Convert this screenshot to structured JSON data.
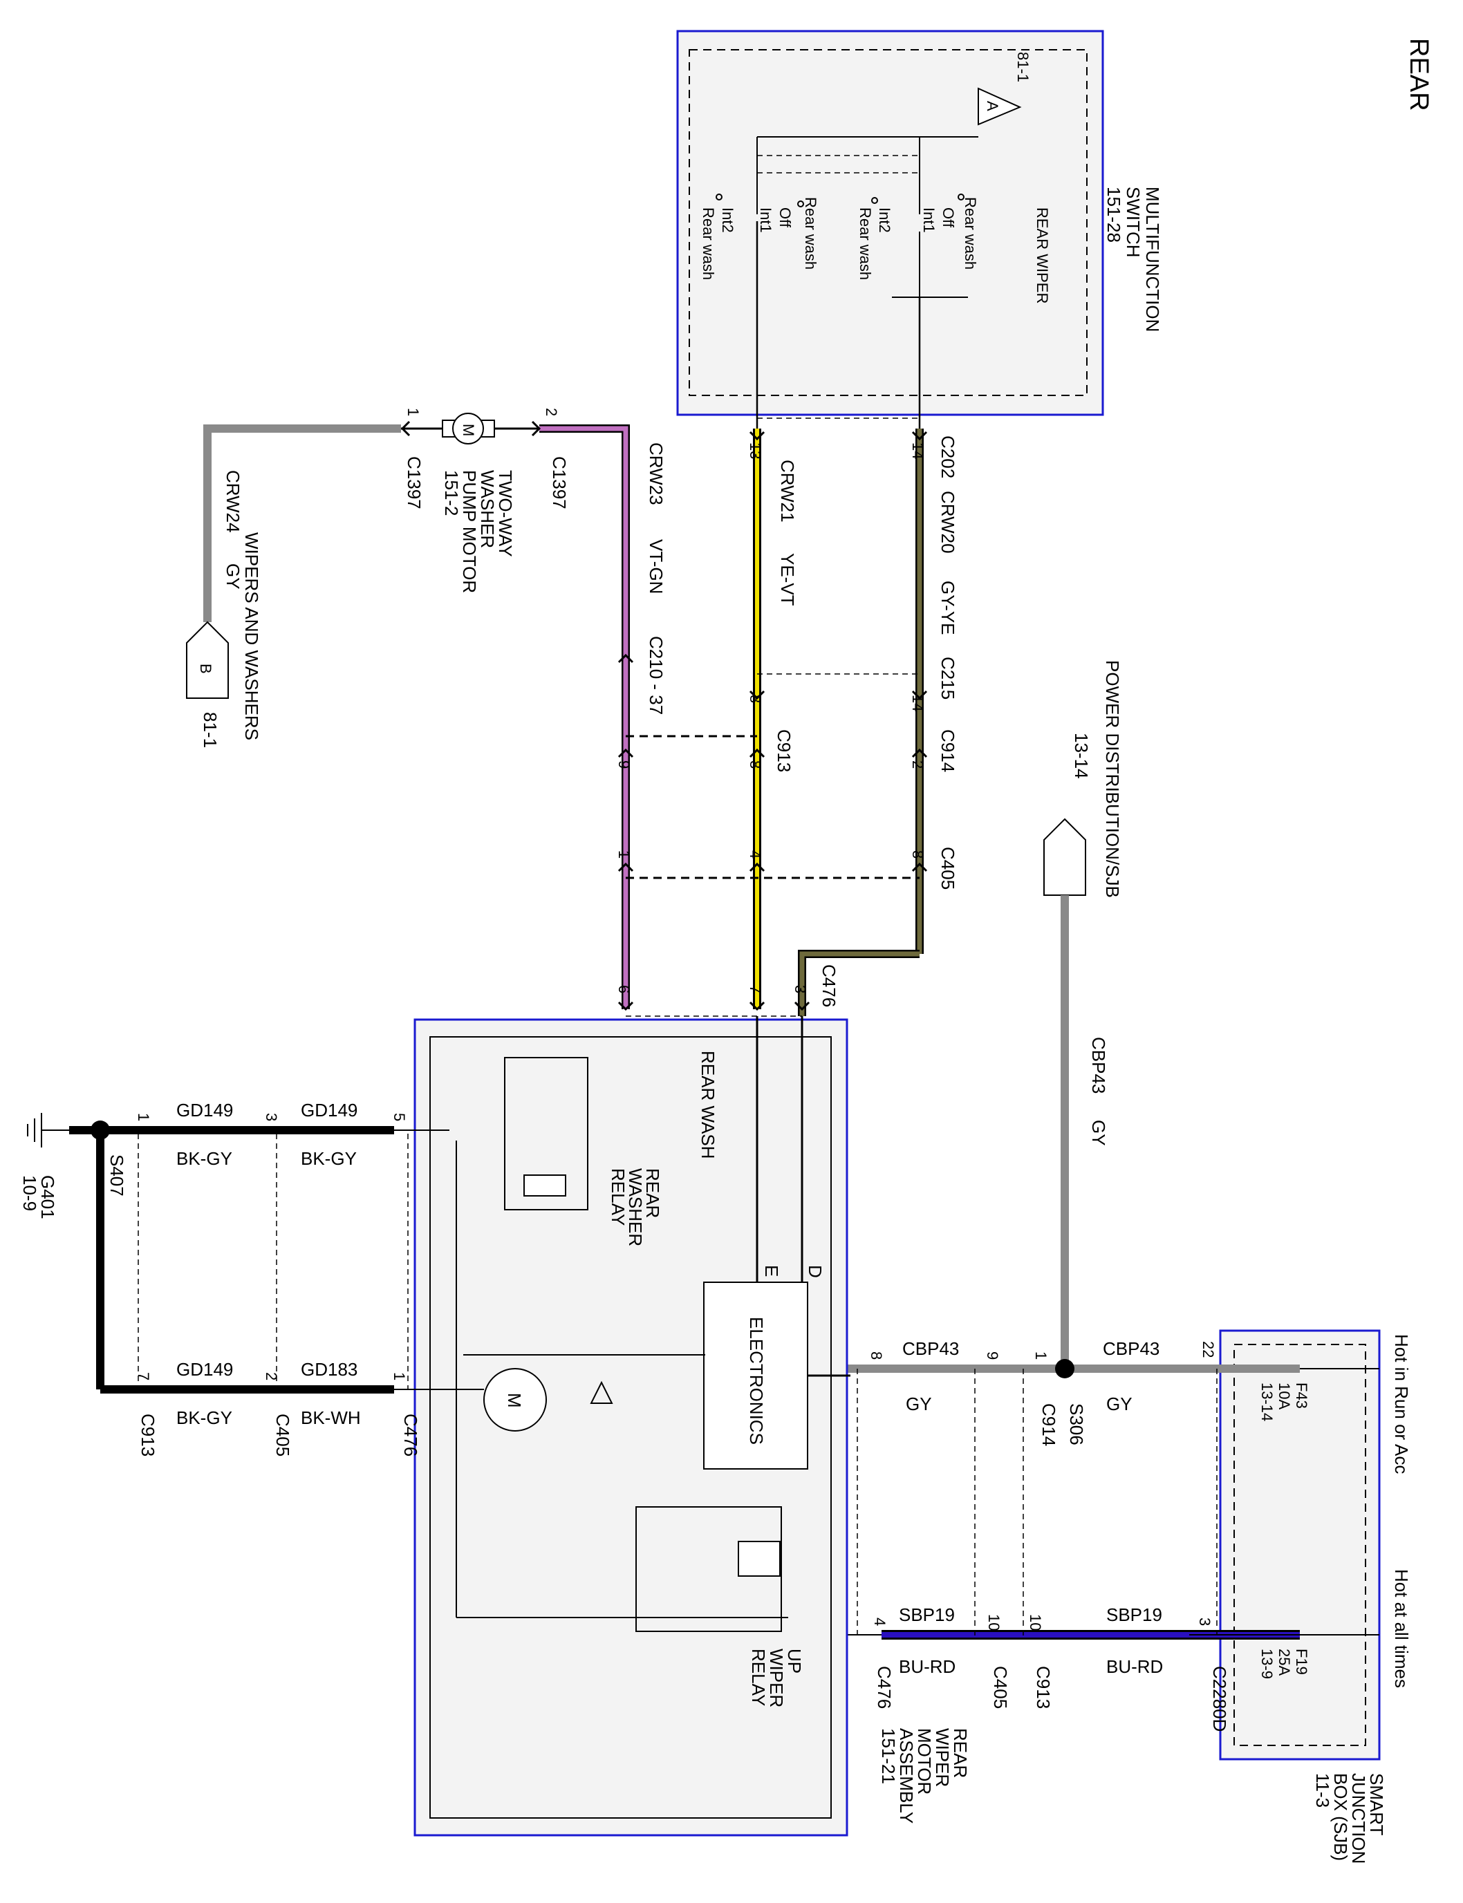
{
  "page": {
    "title": "REAR"
  },
  "colors": {
    "wire_gray": "#8a8a8a",
    "wire_violet_green": "#c070c0",
    "wire_yellow": "#f0e000",
    "wire_gray_yellow": "#6e6a3c",
    "wire_black": "#000000",
    "wire_blue_red": "#2a10c0",
    "module_border": "#1a1ad0",
    "module_fill": "#f3f3f3"
  },
  "components": {
    "multifunction_switch": {
      "line1": "MULTIFUNCTION",
      "line2": "SWITCH",
      "ref": "151-28",
      "section": "REAR WIPER",
      "ref_a": "81-1",
      "flag": "A"
    },
    "switch_positions_left": {
      "p1": "Int1",
      "p2": "Off",
      "p3": "Rear wash",
      "p4": "Int2",
      "p5": "Rear wash"
    },
    "switch_positions_right": {
      "p1": "Int1",
      "p2": "Off",
      "p3": "Rear wash",
      "p4": "Int2",
      "p5": "Rear wash"
    },
    "pump_motor": {
      "line1": "TWO-WAY",
      "line2": "WASHER",
      "line3": "PUMP MOTOR",
      "ref": "151-2",
      "symbol": "M"
    },
    "wipers_washers": {
      "label": "WIPERS AND WASHERS",
      "ref": "81-1",
      "flag": "B"
    },
    "power_dist": {
      "label": "POWER DISTRIBUTION/SJB",
      "ref": "13-14"
    },
    "rear_wiper_motor": {
      "line1": "REAR",
      "line2": "WIPER",
      "line3": "MOTOR",
      "line4": "ASSEMBLY",
      "ref": "151-21"
    },
    "rear_wash": "REAR WASH",
    "rear_washer_relay": {
      "line1": "REAR",
      "line2": "WASHER",
      "line3": "RELAY"
    },
    "electronics": "ELECTRONICS",
    "pin_e": "E",
    "pin_d": "D",
    "motor_symbol": "M",
    "up_wiper_relay": {
      "line1": "UP",
      "line2": "WIPER",
      "line3": "RELAY"
    },
    "sjb": {
      "line1": "SMART",
      "line2": "JUNCTION",
      "line3": "BOX (SJB)",
      "ref": "11-3"
    },
    "hot_run_acc": "Hot in Run or Acc",
    "hot_all_times": "Hot at all times",
    "fuse_f43": {
      "name": "F43",
      "rating": "10A",
      "ref": "13-14"
    },
    "fuse_f19": {
      "name": "F19",
      "rating": "25A",
      "ref": "13-9"
    },
    "ground": {
      "name": "G401",
      "ref": "10-9"
    }
  },
  "wires": {
    "crw23": {
      "circuit": "CRW23",
      "color": "VT-GN"
    },
    "crw21": {
      "circuit": "CRW21",
      "color": "YE-VT"
    },
    "crw20": {
      "circuit": "CRW20",
      "color": "GY-YE"
    },
    "crw24": {
      "circuit": "CRW24",
      "color": "GY"
    },
    "cbp43_vert": {
      "circuit": "CBP43",
      "color": "GY"
    },
    "cbp43_a": {
      "circuit": "CBP43",
      "color": "GY"
    },
    "cbp43_b": {
      "circuit": "CBP43",
      "color": "GY"
    },
    "sbp19_a": {
      "circuit": "SBP19",
      "color": "BU-RD"
    },
    "sbp19_b": {
      "circuit": "SBP19",
      "color": "BU-RD"
    },
    "gd149_a": {
      "circuit": "GD149",
      "color": "BK-GY"
    },
    "gd149_b": {
      "circuit": "GD149",
      "color": "BK-GY"
    },
    "gd149_c": {
      "circuit": "GD149",
      "color": "BK-GY"
    },
    "gd183": {
      "circuit": "GD183",
      "color": "BK-WH"
    }
  },
  "connectors": {
    "c202": "C202",
    "c1397_a": "C1397",
    "c1397_b": "C1397",
    "c210": "C210 - 37",
    "c215": "C215",
    "c913_top": "C913",
    "c914_top": "C914",
    "c405_top": "C405",
    "c476_top": "C476",
    "c914_right": "C914",
    "s306": "S306",
    "c2280d": "C2280D",
    "c913_right": "C913",
    "c405_right": "C405",
    "c476_right": "C476",
    "s407": "S407",
    "c913_bottom": "C913",
    "c405_bottom": "C405",
    "c476_bottom": "C476"
  },
  "pins": {
    "sw13": "13",
    "sw14": "14",
    "pm1": "1",
    "pm2": "2",
    "c215_8": "8",
    "c215_14": "14",
    "c913_9": "9",
    "c913_8": "8",
    "c914_2": "2",
    "c405_1": "1",
    "c405_4": "4",
    "c405_8": "8",
    "c476_6": "6",
    "c476_7": "7",
    "c476_3": "3",
    "c476_8": "8",
    "c914_9": "9",
    "c914_1": "1",
    "sjb_22": "22",
    "c476_4": "4",
    "c405_10": "10",
    "c913_10": "10",
    "sjb_3": "3",
    "g_1": "1",
    "g_3": "3",
    "g_5": "5",
    "g_7": "7",
    "g_2": "2",
    "g_1b": "1"
  }
}
